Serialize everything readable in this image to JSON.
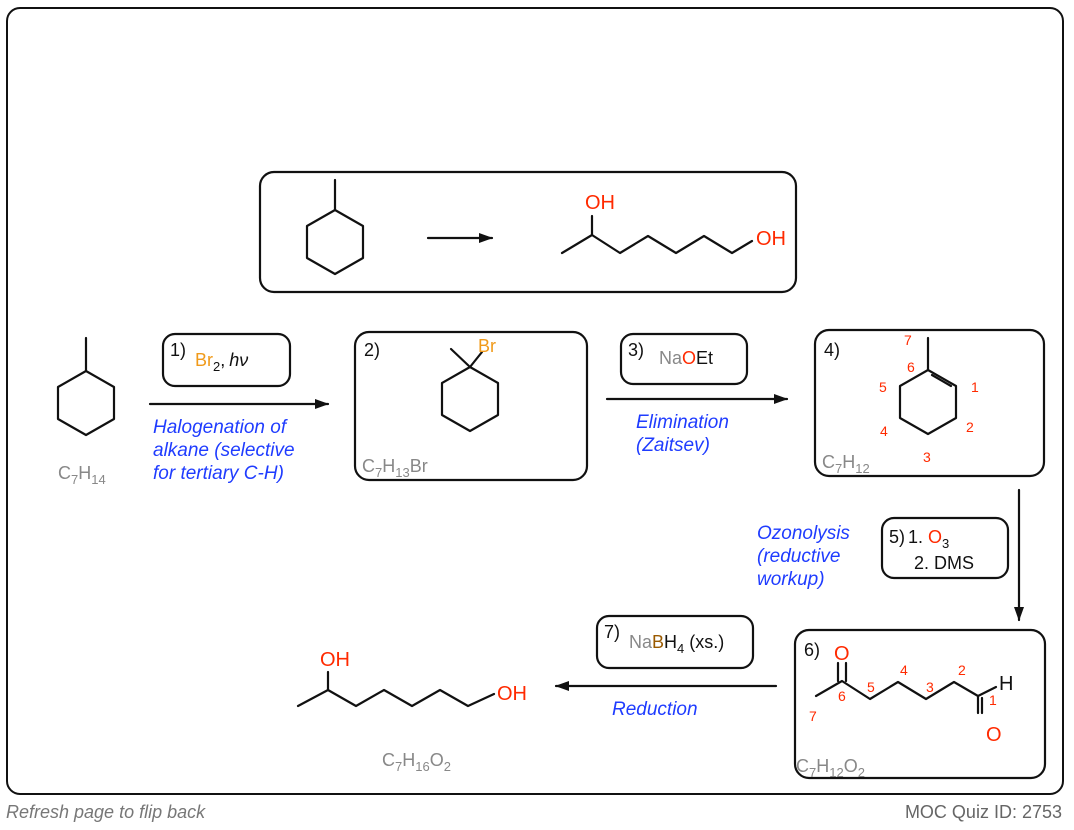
{
  "colors": {
    "heteroatom_red": "#ff2a00",
    "bromine_orange": "#f09a1a",
    "annotation_blue": "#1f3cff",
    "gray": "#888888",
    "boron_brown": "#9a5a00"
  },
  "problem": {
    "oh_top": "OH",
    "oh_right": "OH"
  },
  "start": {
    "formula_c": "C",
    "formula_c_n": "7",
    "formula_h": "H",
    "formula_h_n": "14"
  },
  "step1": {
    "num": "1)",
    "br": "Br",
    "br_n": "2",
    "comma": ",",
    "hv": "hν",
    "annotation": [
      "Halogenation of",
      "alkane (selective",
      "for tertiary C-H)"
    ]
  },
  "step2": {
    "num": "2)",
    "br": "Br",
    "formula_c": "C",
    "formula_c_n": "7",
    "formula_h": "H",
    "formula_h_n": "13",
    "formula_tail": "Br"
  },
  "step3": {
    "num": "3)",
    "na": "Na",
    "o": "O",
    "et": "Et",
    "annotation": [
      "Elimination",
      "(Zaitsev)"
    ]
  },
  "step4": {
    "num": "4)",
    "numbers": [
      "1",
      "2",
      "3",
      "4",
      "5",
      "6",
      "7"
    ],
    "formula_c": "C",
    "formula_c_n": "7",
    "formula_h": "H",
    "formula_h_n": "12"
  },
  "step5": {
    "num": "5)",
    "line1_a": "1. ",
    "line1_o": "O",
    "line1_n": "3",
    "line2": "2. DMS",
    "annotation": [
      "Ozonolysis",
      "(reductive",
      "workup)"
    ]
  },
  "step6": {
    "num": "6)",
    "o_top": "O",
    "o_bottom": "O",
    "h": "H",
    "numbers": [
      "1",
      "2",
      "3",
      "4",
      "5",
      "6",
      "7"
    ],
    "formula_c": "C",
    "formula_c_n": "7",
    "formula_h": "H",
    "formula_h_n": "12",
    "formula_o": "O",
    "formula_o_n": "2"
  },
  "step7": {
    "num": "7)",
    "na": "Na",
    "b": "B",
    "h": "H",
    "h_n": "4",
    "xs": " (xs.)",
    "annotation": "Reduction"
  },
  "product": {
    "oh_top": "OH",
    "oh_right": "OH",
    "formula_c": "C",
    "formula_c_n": "7",
    "formula_h": "H",
    "formula_h_n": "16",
    "formula_o": "O",
    "formula_o_n": "2"
  },
  "footer": {
    "left": "Refresh page to flip back",
    "right": "MOC Quiz ID: 2753"
  }
}
